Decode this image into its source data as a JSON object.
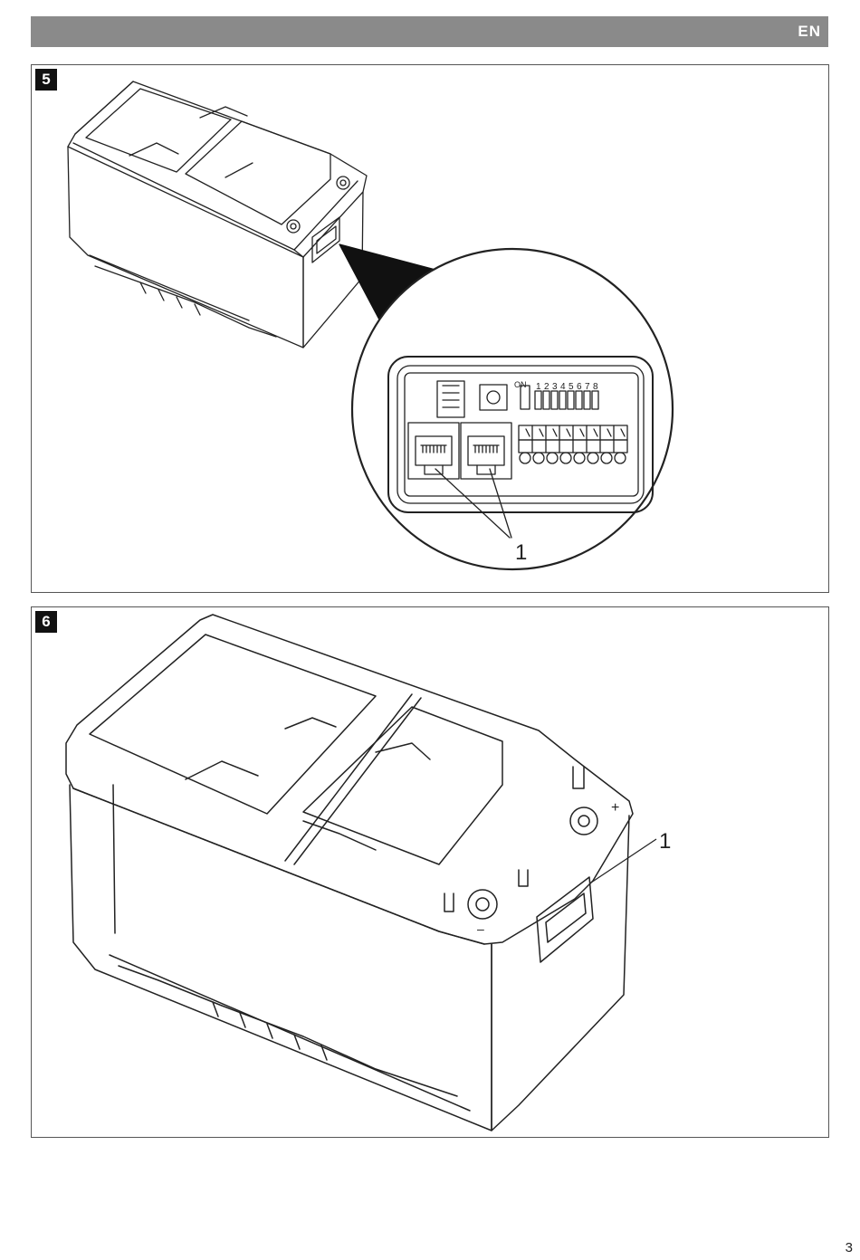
{
  "header": {
    "language_code": "EN"
  },
  "figures": [
    {
      "number": "5",
      "callout": "1",
      "dip_switch": {
        "on_label": "ON",
        "positions": [
          "1",
          "2",
          "3",
          "4",
          "5",
          "6",
          "7",
          "8"
        ]
      }
    },
    {
      "number": "6",
      "callout": "1",
      "terminal_plus": "+",
      "terminal_minus": "–"
    }
  ],
  "page_number": "3"
}
